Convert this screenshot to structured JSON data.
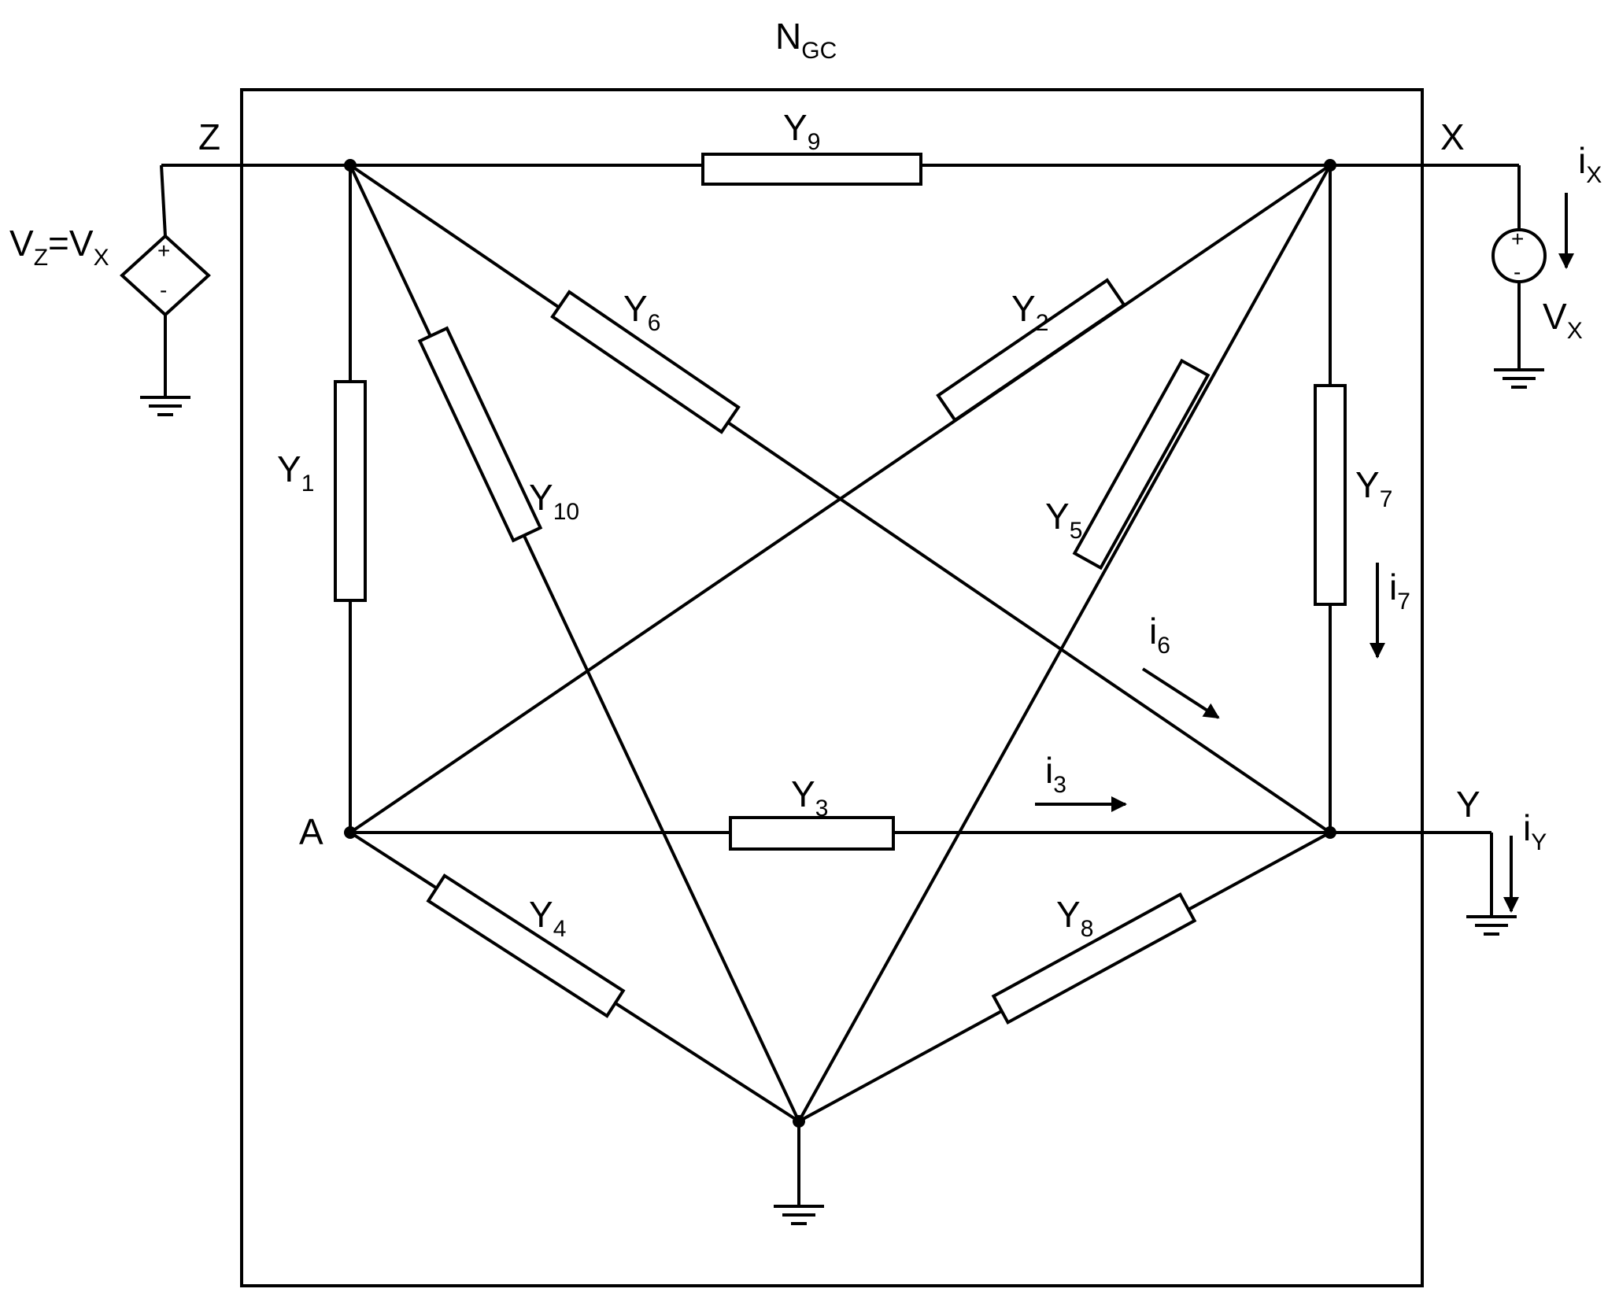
{
  "diagram": {
    "network": {
      "main": "N",
      "sub": "GC"
    },
    "nodes": {
      "z": "Z",
      "x": "X",
      "a": "A",
      "y": "Y"
    },
    "resistors": [
      {
        "id": "y9",
        "main": "Y",
        "sub": "9"
      },
      {
        "id": "y1",
        "main": "Y",
        "sub": "1"
      },
      {
        "id": "y10",
        "main": "Y",
        "sub": "10"
      },
      {
        "id": "y6",
        "main": "Y",
        "sub": "6"
      },
      {
        "id": "y2",
        "main": "Y",
        "sub": "2"
      },
      {
        "id": "y5",
        "main": "Y",
        "sub": "5"
      },
      {
        "id": "y7",
        "main": "Y",
        "sub": "7"
      },
      {
        "id": "y3",
        "main": "Y",
        "sub": "3"
      },
      {
        "id": "y4",
        "main": "Y",
        "sub": "4"
      },
      {
        "id": "y8",
        "main": "Y",
        "sub": "8"
      }
    ],
    "dependent_source": {
      "v1": "V",
      "s1": "Z",
      "eq": "=",
      "v2": "V",
      "s2": "X",
      "plus": "+",
      "minus": "-"
    },
    "independent_source": {
      "main": "V",
      "sub": "X",
      "plus": "+",
      "minus": "-"
    },
    "currents": [
      {
        "id": "ix",
        "main": "i",
        "sub": "X"
      },
      {
        "id": "i7",
        "main": "i",
        "sub": "7"
      },
      {
        "id": "i6",
        "main": "i",
        "sub": "6"
      },
      {
        "id": "i3",
        "main": "i",
        "sub": "3"
      },
      {
        "id": "iy",
        "main": "i",
        "sub": "Y"
      }
    ]
  }
}
